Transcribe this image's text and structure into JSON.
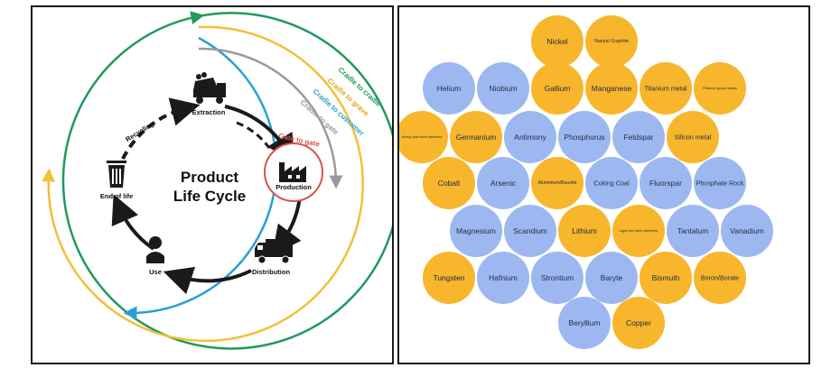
{
  "lifecycle": {
    "title_line1": "Product",
    "title_line2": "Life Cycle",
    "stages": {
      "extraction": "Extraction",
      "production": "Production",
      "distribution": "Distribution",
      "use": "Use",
      "end_of_life": "End of life"
    },
    "recycling": "Recycling",
    "gate_to_gate": "Gate to gate",
    "loops": {
      "cradle_to_cradle": "Cradle to cradle",
      "cradle_to_grave": "Cradle to grave",
      "cradle_to_customer": "Cradle to customer",
      "cradle_to_gate": "Cradle to gate"
    },
    "colors": {
      "cradle_to_cradle": "#1f9a5b",
      "cradle_to_grave": "#f2c037",
      "cradle_to_customer": "#2a9fd6",
      "cradle_to_gate": "#9a9a9a",
      "gate_to_gate": "#d9534f",
      "cycle": "#1a1a1a"
    }
  },
  "minerals": {
    "colors": {
      "critical": "#f7b62c",
      "other": "#9db8f0"
    },
    "rows": [
      [
        {
          "name": "Nickel",
          "kind": "critical"
        },
        {
          "name": "Natural Graphite",
          "kind": "critical"
        }
      ],
      [
        {
          "name": "Helium",
          "kind": "other"
        },
        {
          "name": "Niobium",
          "kind": "other"
        },
        {
          "name": "Gallium",
          "kind": "critical"
        },
        {
          "name": "Manganese",
          "kind": "critical"
        },
        {
          "name": "Titanium metal",
          "kind": "critical"
        },
        {
          "name": "Platinum group metals",
          "kind": "critical"
        }
      ],
      [
        {
          "name": "Heavy rare earth elements",
          "kind": "critical"
        },
        {
          "name": "Germanium",
          "kind": "critical"
        },
        {
          "name": "Antimony",
          "kind": "other"
        },
        {
          "name": "Phosphorus",
          "kind": "other"
        },
        {
          "name": "Feldspar",
          "kind": "other"
        },
        {
          "name": "Silicon metal",
          "kind": "critical"
        }
      ],
      [
        {
          "name": "Cobalt",
          "kind": "critical"
        },
        {
          "name": "Arsenic",
          "kind": "other"
        },
        {
          "name": "Aluminium/Bauxite",
          "kind": "critical"
        },
        {
          "name": "Coking Coal",
          "kind": "other"
        },
        {
          "name": "Fluorspar",
          "kind": "other"
        },
        {
          "name": "Phosphate Rock",
          "kind": "other"
        }
      ],
      [
        {
          "name": "Magnesium",
          "kind": "other"
        },
        {
          "name": "Scandium",
          "kind": "other"
        },
        {
          "name": "Lithium",
          "kind": "critical"
        },
        {
          "name": "Light rare earth elements",
          "kind": "critical"
        },
        {
          "name": "Tantalum",
          "kind": "other"
        },
        {
          "name": "Vanadium",
          "kind": "other"
        }
      ],
      [
        {
          "name": "Tungsten",
          "kind": "critical"
        },
        {
          "name": "Hafnium",
          "kind": "other"
        },
        {
          "name": "Strontium",
          "kind": "other"
        },
        {
          "name": "Baryte",
          "kind": "other"
        },
        {
          "name": "Bismuth",
          "kind": "critical"
        },
        {
          "name": "Boron/Borate",
          "kind": "critical"
        }
      ],
      [
        {
          "name": "Beryllium",
          "kind": "other"
        },
        {
          "name": "Copper",
          "kind": "critical"
        }
      ]
    ]
  }
}
